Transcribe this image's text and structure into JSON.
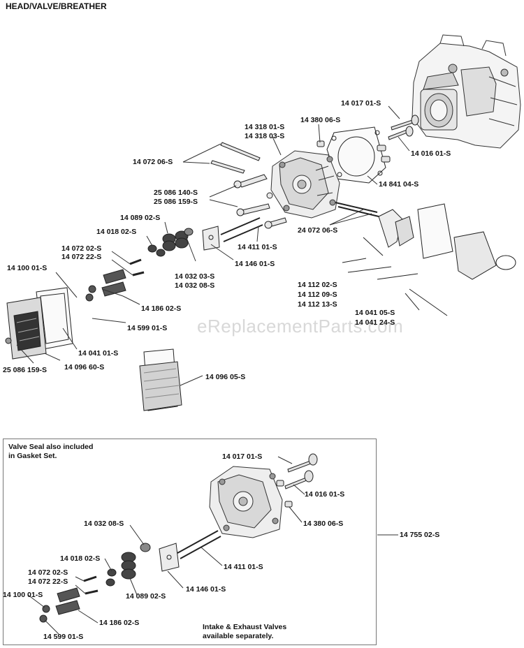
{
  "title": "HEAD/VALVE/BREATHER",
  "watermark": "eReplacementParts.com",
  "kit_note": {
    "line1": "Valve Seal also included",
    "line2": "in Gasket Set."
  },
  "valves_note": {
    "line1": "Intake & Exhaust Valves",
    "line2": "available separately."
  },
  "labels": {
    "p1401701": "14 017 01-S",
    "p1431801": "14 318 01-S",
    "p1431803": "14 318 03-S",
    "p1438006": "14 380 06-S",
    "p1407206": "14 072 06-S",
    "p1401601": "14 016 01-S",
    "p2508614": "25 086 140-S",
    "p2508615": "25 086 159-S",
    "p1484104": "14 841 04-S",
    "p1408902": "14 089 02-S",
    "p1401802": "14 018 02-S",
    "p2407206": "24 072 06-S",
    "p1407202": "14 072 02-S",
    "p1407222": "14 072 22-S",
    "p1441101": "14 411 01-S",
    "p1410001": "14 100 01-S",
    "p1414601": "14 146 01-S",
    "p1403203": "14 032 03-S",
    "p1403208": "14 032 08-S",
    "p1411202": "14 112 02-S",
    "p1411209": "14 112 09-S",
    "p1411213": "14 112 13-S",
    "p1418602": "14 186 02-S",
    "p1404105": "14 041 05-S",
    "p1404124": "14 041 24-S",
    "p1459901": "14 599 01-S",
    "p1404101": "14 041 01-S",
    "p2508615b": "25 086 159-S",
    "p1409660": "14 096 60-S",
    "p1409605": "14 096 05-S",
    "k1401701": "14 017 01-S",
    "k1401601": "14 016 01-S",
    "k1438006": "14 380 06-S",
    "k1475502": "14 755 02-S",
    "k1403208": "14 032 08-S",
    "k1401802": "14 018 02-S",
    "k1441101": "14 411 01-S",
    "k1407202": "14 072 02-S",
    "k1407222": "14 072 22-S",
    "k1410001": "14 100 01-S",
    "k1408902": "14 089 02-S",
    "k1414601": "14 146 01-S",
    "k1418602": "14 186 02-S",
    "k1459901": "14 599 01-S"
  }
}
